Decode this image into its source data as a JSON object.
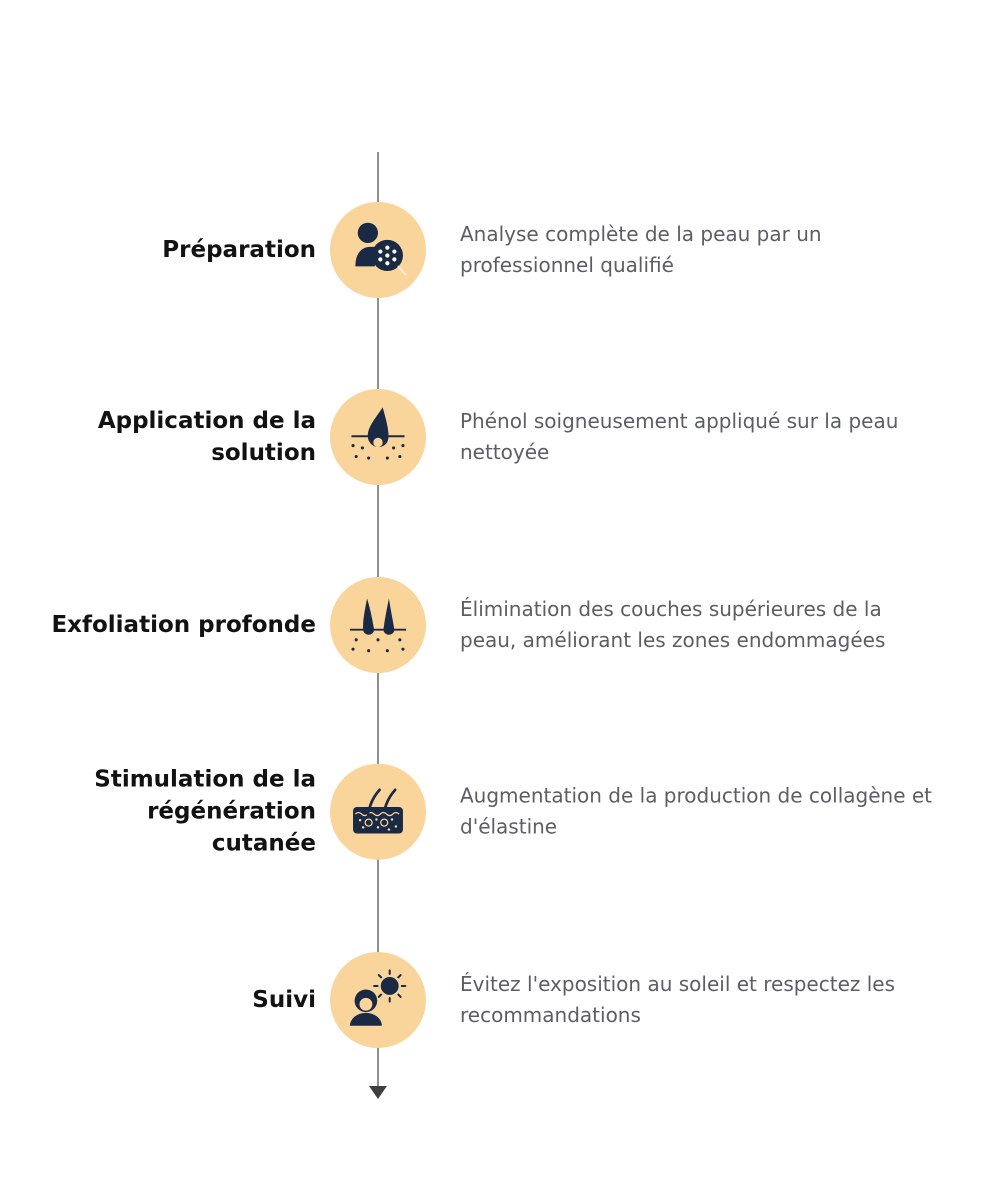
{
  "timeline": {
    "steps": [
      {
        "title": "Préparation",
        "description": "Analyse complète de la peau par un professionnel qualifié",
        "icon": "skin-analysis-icon"
      },
      {
        "title": "Application de la solution",
        "description": "Phénol soigneusement appliqué sur la peau nettoyée",
        "icon": "solution-drop-icon"
      },
      {
        "title": "Exfoliation profonde",
        "description": "Élimination des couches supérieures de la peau, améliorant les zones endommagées",
        "icon": "exfoliation-icon"
      },
      {
        "title": "Stimulation de la régénération cutanée",
        "description": "Augmentation de la production de collagène et d'élastine",
        "icon": "skin-regeneration-icon"
      },
      {
        "title": "Suivi",
        "description": "Évitez l'exposition au soleil et respectez les recommandations",
        "icon": "sun-protection-icon"
      }
    ],
    "colors": {
      "circle_fill": "#FAD59B",
      "icon_fill": "#1B2A44",
      "line": "#8F8F8F",
      "arrowhead": "#3F3F3F",
      "title_text": "#121212",
      "description_text": "#5B5E63"
    }
  }
}
